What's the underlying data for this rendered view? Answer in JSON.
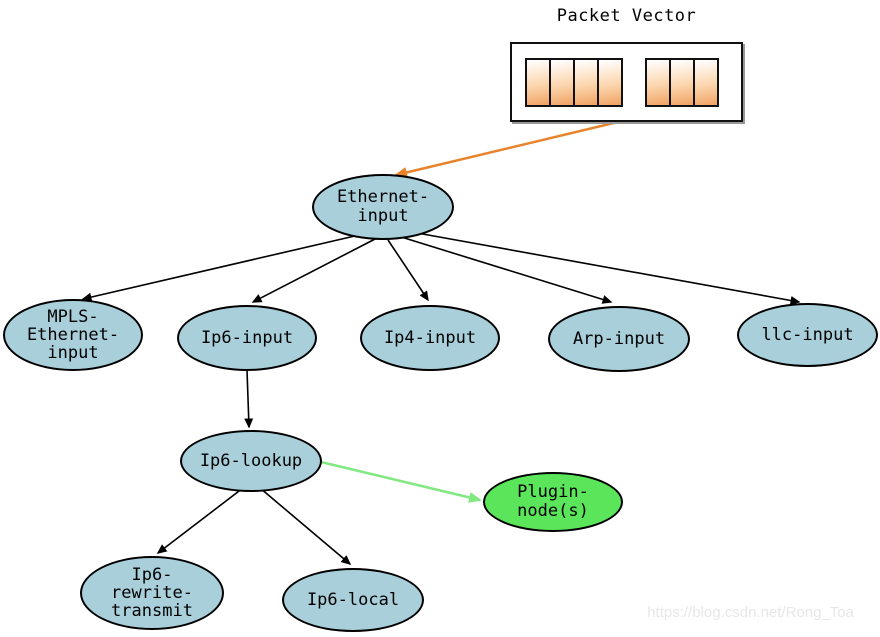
{
  "title": "Packet Vector",
  "watermark": "https://blog.csdn.net/Rong_Toa",
  "packet_vector": {
    "label": "Packet Vector",
    "cell_groups": [
      4,
      3
    ]
  },
  "nodes": [
    {
      "id": "ethernet-input",
      "lines": [
        "Ethernet-",
        "input"
      ],
      "fill": "#a8cfda"
    },
    {
      "id": "mpls-ethernet-input",
      "lines": [
        "MPLS-",
        "Ethernet-",
        "input"
      ],
      "fill": "#a8cfda"
    },
    {
      "id": "ip6-input",
      "lines": [
        "Ip6-input"
      ],
      "fill": "#a8cfda"
    },
    {
      "id": "ip4-input",
      "lines": [
        "Ip4-input"
      ],
      "fill": "#a8cfda"
    },
    {
      "id": "arp-input",
      "lines": [
        "Arp-input"
      ],
      "fill": "#a8cfda"
    },
    {
      "id": "llc-input",
      "lines": [
        "llc-input"
      ],
      "fill": "#a8cfda"
    },
    {
      "id": "ip6-lookup",
      "lines": [
        "Ip6-lookup"
      ],
      "fill": "#a8cfda"
    },
    {
      "id": "plugin-nodes",
      "lines": [
        "Plugin-",
        "node(s)"
      ],
      "fill": "#5be55b"
    },
    {
      "id": "ip6-rewrite-transmit",
      "lines": [
        "Ip6-",
        "rewrite-",
        "transmit"
      ],
      "fill": "#a8cfda"
    },
    {
      "id": "ip6-local",
      "lines": [
        "Ip6-local"
      ],
      "fill": "#a8cfda"
    }
  ],
  "edges": [
    {
      "from": "packet-vector",
      "to": "ethernet-input",
      "color": "#e8832a"
    },
    {
      "from": "ethernet-input",
      "to": "mpls-ethernet-input",
      "color": "#000000"
    },
    {
      "from": "ethernet-input",
      "to": "ip6-input",
      "color": "#000000"
    },
    {
      "from": "ethernet-input",
      "to": "ip4-input",
      "color": "#000000"
    },
    {
      "from": "ethernet-input",
      "to": "arp-input",
      "color": "#000000"
    },
    {
      "from": "ethernet-input",
      "to": "llc-input",
      "color": "#000000"
    },
    {
      "from": "ip6-input",
      "to": "ip6-lookup",
      "color": "#000000"
    },
    {
      "from": "ip6-lookup",
      "to": "plugin-nodes",
      "color": "#82e882"
    },
    {
      "from": "ip6-lookup",
      "to": "ip6-rewrite-transmit",
      "color": "#000000"
    },
    {
      "from": "ip6-lookup",
      "to": "ip6-local",
      "color": "#000000"
    }
  ],
  "colors": {
    "node_fill_blue": "#a8cfda",
    "node_fill_green": "#5be55b",
    "node_border": "#000000",
    "arrow_black": "#000000",
    "arrow_orange": "#e8832a",
    "arrow_green": "#82e882",
    "cell_gradient_top": "#ffffff",
    "cell_gradient_bottom": "#f0a263",
    "watermark_gray": "#e7e7e7"
  }
}
